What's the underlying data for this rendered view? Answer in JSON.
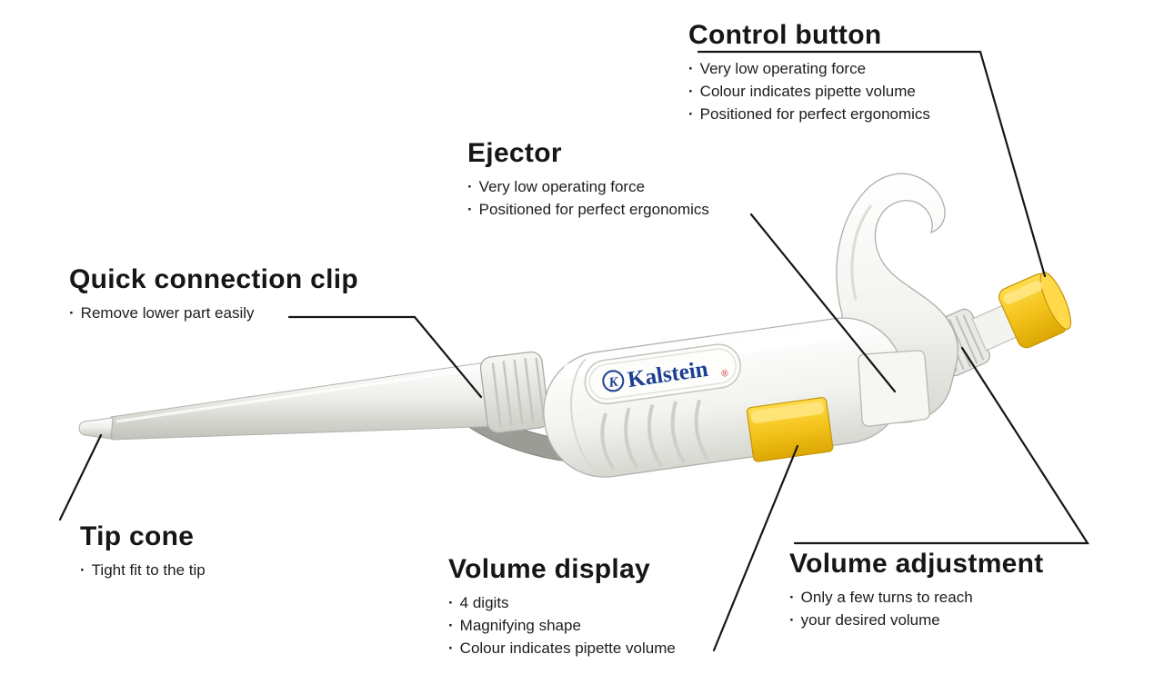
{
  "colors": {
    "accent_yellow": "#F2C01D",
    "brand_blue": "#1C3F93",
    "leader_line": "#161616"
  },
  "brand": {
    "logo_letter": "K",
    "name": "Kalstein",
    "registered": "®"
  },
  "labels": {
    "control_button": {
      "title": "Control button",
      "bullets": [
        "Very low operating force",
        "Colour indicates pipette volume",
        "Positioned for perfect ergonomics"
      ]
    },
    "ejector": {
      "title": "Ejector",
      "bullets": [
        "Very low operating force",
        "Positioned for perfect ergonomics"
      ]
    },
    "quick_connection_clip": {
      "title": "Quick connection clip",
      "bullets": [
        "Remove lower part easily"
      ]
    },
    "tip_cone": {
      "title": "Tip cone",
      "bullets": [
        "Tight fit to the tip"
      ]
    },
    "volume_display": {
      "title": "Volume display",
      "bullets": [
        "4 digits",
        "Magnifying shape",
        "Colour indicates pipette volume"
      ]
    },
    "volume_adjustment": {
      "title": "Volume adjustment",
      "bullets": [
        "Only a few turns to reach",
        "your desired volume"
      ]
    }
  }
}
